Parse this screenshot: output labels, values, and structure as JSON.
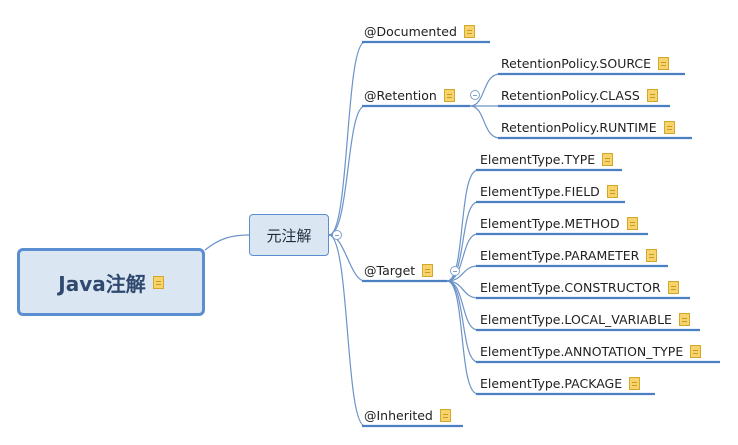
{
  "root": {
    "label": "Java注解"
  },
  "branch": {
    "label": "元注解"
  },
  "annotations": {
    "documented": "@Documented",
    "retention": "@Retention",
    "target": "@Target",
    "inherited": "@Inherited"
  },
  "retention_policies": [
    "RetentionPolicy.SOURCE",
    "RetentionPolicy.CLASS",
    "RetentionPolicy.RUNTIME"
  ],
  "element_types": [
    "ElementType.TYPE",
    "ElementType.FIELD",
    "ElementType.METHOD",
    "ElementType.PARAMETER",
    "ElementType.CONSTRUCTOR",
    "ElementType.LOCAL_VARIABLE",
    "ElementType.ANNOTATION_TYPE",
    "ElementType.PACKAGE"
  ],
  "colors": {
    "link": "#6c93c8",
    "underline": "#4a7fc1",
    "node_fill": "#dbe6f3",
    "node_border": "#5b8ed0",
    "note_icon": "#f6d36b"
  },
  "icons": {
    "note": "note-icon",
    "collapse": "collapse-toggle-icon"
  }
}
